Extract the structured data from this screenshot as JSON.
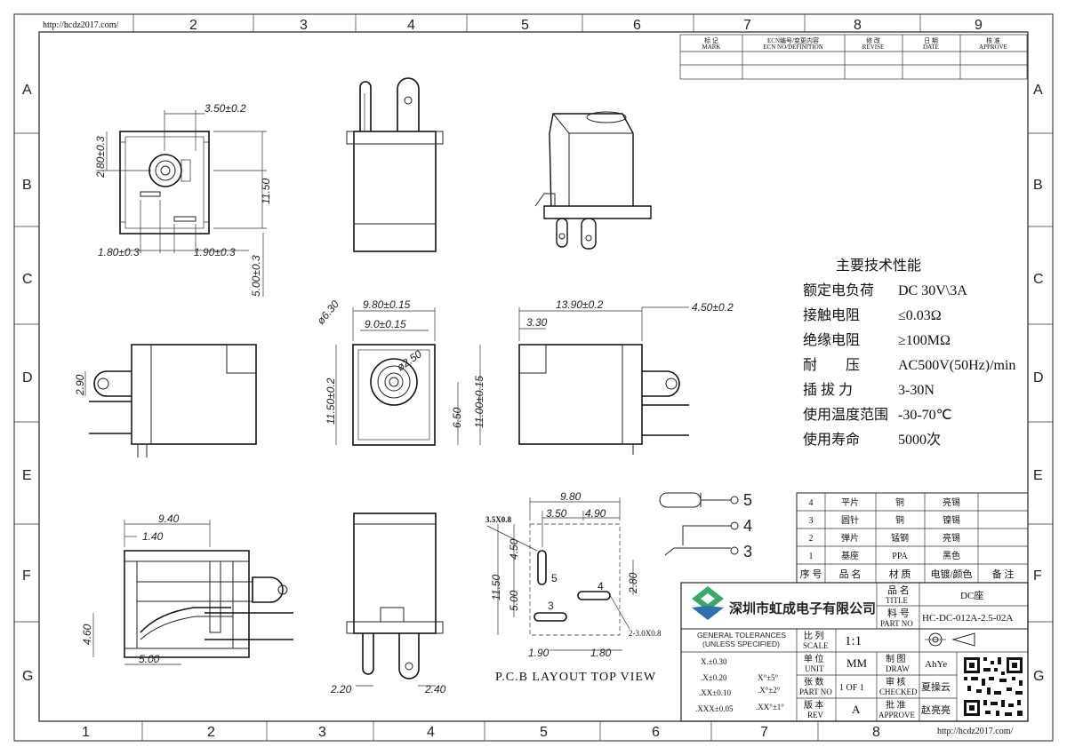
{
  "website": "http://hcdz2017.com/",
  "border": {
    "top_numbers": [
      "2",
      "3",
      "4",
      "5",
      "6",
      "7",
      "8",
      "9"
    ],
    "bottom_numbers": [
      "1",
      "2",
      "3",
      "4",
      "5",
      "6",
      "7",
      "8"
    ],
    "side_letters": [
      "A",
      "B",
      "C",
      "D",
      "E",
      "F",
      "G"
    ]
  },
  "revision_table": {
    "headers": [
      {
        "cn": "标 记",
        "en": "MARK"
      },
      {
        "cn": "ECN编号/变更内容",
        "en": "ECN NO/DEFINITION"
      },
      {
        "cn": "修 改",
        "en": "REVISE"
      },
      {
        "cn": "日 期",
        "en": "DATE"
      },
      {
        "cn": "核 准",
        "en": "APPROVE"
      }
    ]
  },
  "dimensions": {
    "front_top": {
      "d1": "3.50±0.2",
      "d2": "2.80±0.3",
      "d3": "11.50",
      "d4": "1.80±0.3",
      "d5": "1.90±0.3",
      "d6": "5.00±0.3"
    },
    "front_center": {
      "d1": "9.80±0.15",
      "d2": "9.0±0.15",
      "d3": "ø6.30",
      "d4": "ø2.50",
      "d5": "11.50±0.2",
      "d6": "6.50",
      "d7": "11.00±0.15"
    },
    "side_right": {
      "d1": "13.90±0.2",
      "d2": "4.50±0.2",
      "d3": "3.30"
    },
    "side_left": {
      "d1": "2.90"
    },
    "section": {
      "d1": "9.40",
      "d2": "1.40",
      "d3": "4.60",
      "d4": "5.00"
    },
    "bottom_view": {
      "d1": "2.20",
      "d2": "2.40"
    },
    "pcb": {
      "d1": "9.80",
      "d2": "3.50",
      "d3": "4.90",
      "d4": "3.5X0.8",
      "d5": "4.50",
      "d6": "11.50",
      "d7": "5.00",
      "d8": "2.80",
      "d9": "1.90",
      "d10": "1.80",
      "d11": "2-3.0X0.8",
      "pin5": "5",
      "pin4": "4",
      "pin3": "3"
    }
  },
  "pcb_title": "P.C.B LAYOUT TOP VIEW",
  "specs": {
    "title": "主要技术性能",
    "rows": [
      {
        "label": "额定电负荷",
        "value": "DC 30V\\3A"
      },
      {
        "label": "接触电阻",
        "value": "≤0.03Ω"
      },
      {
        "label": "绝缘电阻",
        "value": "≥100MΩ"
      },
      {
        "label": "耐　　压",
        "value": "AC500V(50Hz)/min"
      },
      {
        "label": "插 拔 力",
        "value": "3-30N"
      },
      {
        "label": "使用温度范围",
        "value": "-30-70℃"
      },
      {
        "label": "使用寿命",
        "value": "5000次"
      }
    ]
  },
  "schematic": {
    "pins": [
      "5",
      "4",
      "3"
    ]
  },
  "bom": {
    "rows": [
      {
        "no": "4",
        "name": "平片",
        "material": "铜",
        "plating": "亮锡",
        "note": ""
      },
      {
        "no": "3",
        "name": "圆针",
        "material": "铜",
        "plating": "镍锡",
        "note": ""
      },
      {
        "no": "2",
        "name": "弹片",
        "material": "锰钢",
        "plating": "亮锡",
        "note": ""
      },
      {
        "no": "1",
        "name": "基座",
        "material": "PPA",
        "plating": "黑色",
        "note": ""
      }
    ],
    "header": {
      "no": "序 号",
      "name": "品 名",
      "material": "材 质",
      "plating": "电镀/颜色",
      "note": "备 注"
    }
  },
  "title_block": {
    "company": "深圳市虹成电子有限公司",
    "title_label_cn": "品 名",
    "title_label_en": "TITLE",
    "title_value": "DC座",
    "part_label_cn": "料 号",
    "part_label_en": "PART NO",
    "part_value": "HC-DC-012A-2.5-02A",
    "tol_title_1": "GENERAL TOLERANCES",
    "tol_title_2": "(UNLESS SPECIFIED)",
    "tol": [
      {
        "a": "X.±0.30",
        "b": ""
      },
      {
        "a": ".X±0.20",
        "b": "X°±5°"
      },
      {
        "a": ".XX±0.10",
        "b": ".X°±2°"
      },
      {
        "a": ".XXX±0.05",
        "b": ".XX°±1°"
      }
    ],
    "scale_cn": "比 列",
    "scale_en": "SCALE",
    "scale_value": "1:1",
    "unit_cn": "单 位",
    "unit_en": "UNIT",
    "unit_value": "MM",
    "draw_cn": "制 图",
    "draw_en": "DRAW",
    "draw_value": "AhYe",
    "sheet_cn": "张 数",
    "sheet_en": "PART NO",
    "sheet_value": "1 OF 1",
    "check_cn": "审 核",
    "check_en": "CHECKED",
    "check_value": "夏操云",
    "rev_cn": "版 本",
    "rev_en": "REV",
    "rev_value": "A",
    "approve_cn": "批 准",
    "approve_en": "APPROVE",
    "approve_value": "赵亮亮"
  },
  "colors": {
    "logo_green": "#3aa86b",
    "logo_blue": "#2f6fae",
    "line": "#222222"
  }
}
